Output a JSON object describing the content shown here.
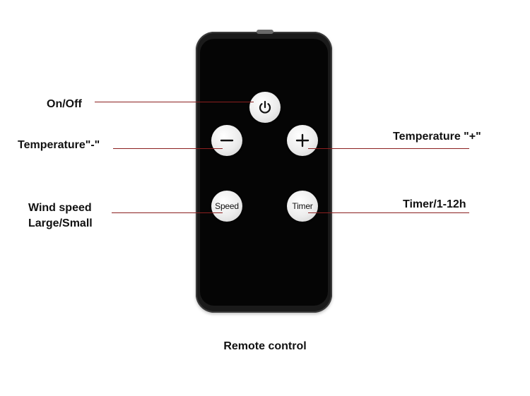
{
  "labels": {
    "on_off": "On/Off",
    "temp_minus": "Temperature\"-\"",
    "temp_plus": "Temperature \"+\"",
    "wind_line1": "Wind speed",
    "wind_line2": "Large/Small",
    "timer": "Timer/1-12h"
  },
  "buttons": {
    "power_icon": "power-icon",
    "minus_icon": "minus-icon",
    "plus_icon": "plus-icon",
    "speed_label": "Speed",
    "timer_label": "Timer"
  },
  "caption": "Remote control",
  "colors": {
    "callout_line": "#8b1f1f",
    "remote_body": "#1a1a1a",
    "button_face": "#ececec"
  }
}
